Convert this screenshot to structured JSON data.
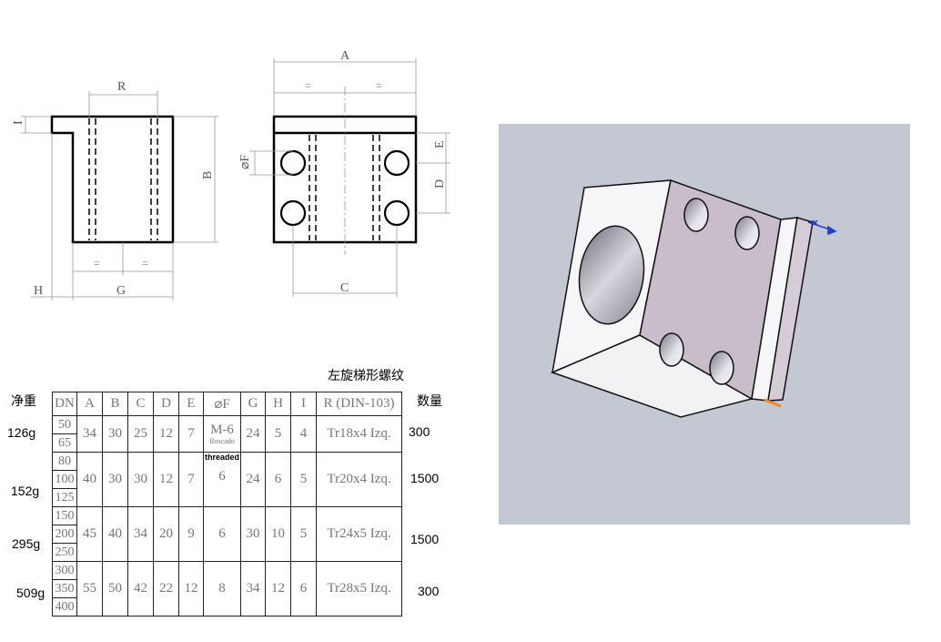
{
  "drawing_labels": {
    "side_view": {
      "R": "R",
      "I": "I",
      "B": "B",
      "H": "H",
      "G": "G",
      "eq1": "=",
      "eq2": "="
    },
    "front_view": {
      "A": "A",
      "eq1": "=",
      "eq2": "=",
      "E": "E",
      "F": "⌀F",
      "D": "D",
      "C": "C"
    }
  },
  "thread_title": "左旋梯形螺纹",
  "header": {
    "weight": "净重",
    "quantity": "数量"
  },
  "columns": [
    "DN",
    "A",
    "B",
    "C",
    "D",
    "E",
    "⌀F",
    "G",
    "H",
    "I",
    "R (DIN-103)"
  ],
  "rows": [
    {
      "weight": "126g",
      "dn": [
        "50",
        "65"
      ],
      "A": "34",
      "B": "30",
      "C": "25",
      "D": "12",
      "E": "7",
      "F": "M-6",
      "F_note": "Roscado",
      "F_extra": "",
      "G": "24",
      "H": "5",
      "I": "4",
      "R": "Tr18x4  Izq.",
      "qty": "300"
    },
    {
      "weight": "152g",
      "dn": [
        "80",
        "100",
        "125"
      ],
      "A": "40",
      "B": "30",
      "C": "30",
      "D": "12",
      "E": "7",
      "F": "6",
      "F_note": "",
      "F_extra": "threaded",
      "G": "24",
      "H": "6",
      "I": "5",
      "R": "Tr20x4  Izq.",
      "qty": "1500"
    },
    {
      "weight": "295g",
      "dn": [
        "150",
        "200",
        "250"
      ],
      "A": "45",
      "B": "40",
      "C": "34",
      "D": "20",
      "E": "9",
      "F": "6",
      "F_note": "",
      "F_extra": "",
      "G": "30",
      "H": "10",
      "I": "5",
      "R": "Tr24x5  Izq.",
      "qty": "1500"
    },
    {
      "weight": "509g",
      "dn": [
        "300",
        "350",
        "400"
      ],
      "A": "55",
      "B": "50",
      "C": "42",
      "D": "22",
      "E": "12",
      "F": "8",
      "F_note": "",
      "F_extra": "",
      "G": "34",
      "H": "12",
      "I": "6",
      "R": "Tr28x5  Izq.",
      "qty": "300"
    }
  ],
  "colors": {
    "render_background": "#c4c8d2",
    "part_face_light": "#f4f4f6",
    "part_face_purple": "#c9bccb",
    "axis_blue": "#1f3fd6",
    "edge_orange": "#f08a1c"
  }
}
